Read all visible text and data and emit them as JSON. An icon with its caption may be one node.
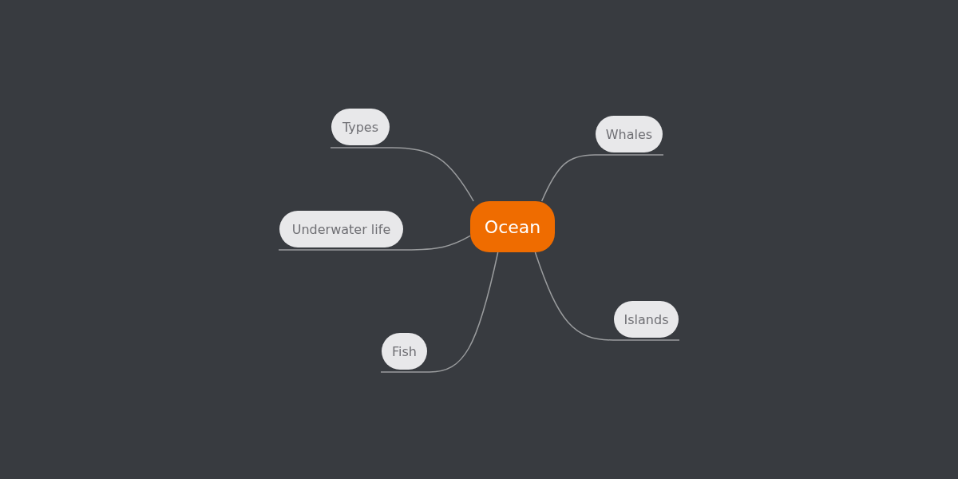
{
  "diagram": {
    "nodes": [
      {
        "text": [
          "Ocean"
        ]
      },
      {
        "text": [
          "Types"
        ]
      },
      {
        "text": [
          "Whales"
        ]
      },
      {
        "text": [
          "Underwater life"
        ]
      },
      {
        "text": [
          "Islands"
        ]
      },
      {
        "text": [
          "Fish"
        ]
      }
    ],
    "edges": [
      {
        "from": 0,
        "to": 1,
        "arrow": "none"
      },
      {
        "from": 0,
        "to": 2,
        "arrow": "none"
      },
      {
        "from": 0,
        "to": 3,
        "arrow": "none"
      },
      {
        "from": 0,
        "to": 4,
        "arrow": "none"
      },
      {
        "from": 0,
        "to": 5,
        "arrow": "none"
      }
    ]
  }
}
